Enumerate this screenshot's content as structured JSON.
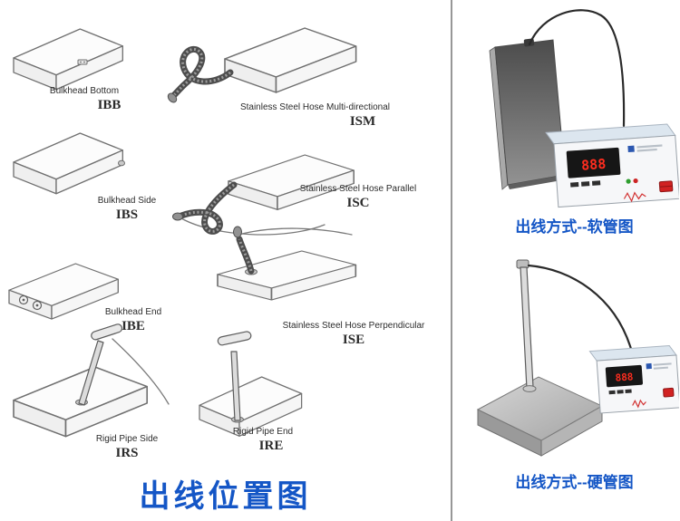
{
  "colors": {
    "accent_blue": "#1456c6",
    "divider_gray": "#979797",
    "display_red": "#ff2d1f"
  },
  "left_panel": {
    "title": "出线位置图",
    "items": [
      {
        "code": "IBB",
        "label": "Bulkhead Bottom"
      },
      {
        "code": "ISM",
        "label": "Stainless Steel Hose Multi-directional"
      },
      {
        "code": "IBS",
        "label": "Bulkhead Side"
      },
      {
        "code": "ISC",
        "label": "Stainless Steel Hose Parallel"
      },
      {
        "code": "IBE",
        "label": "Bulkhead End"
      },
      {
        "code": "ISE",
        "label": "Stainless Steel Hose Perpendicular"
      },
      {
        "code": "IRS",
        "label": "Rigid Pipe Side"
      },
      {
        "code": "IRE",
        "label": "Rigid Pipe End"
      }
    ]
  },
  "right_panel": {
    "photos": [
      {
        "id": "soft-hose",
        "caption": "出线方式--软管图",
        "display_digits": "888"
      },
      {
        "id": "rigid-pipe",
        "caption": "出线方式--硬管图",
        "display_digits": "888"
      }
    ]
  }
}
